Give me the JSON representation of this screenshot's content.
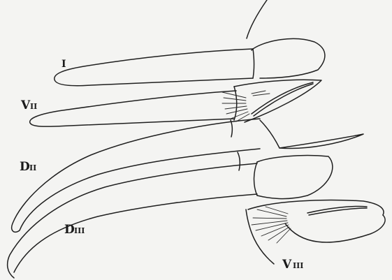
{
  "labels": {
    "first": "I",
    "v_main": "V",
    "v_sub": "II",
    "d2_main": "D",
    "d2_sub": "II",
    "d3_main": "D",
    "d3_sub": "III",
    "v3_main": "V",
    "v3_sub": "III"
  }
}
